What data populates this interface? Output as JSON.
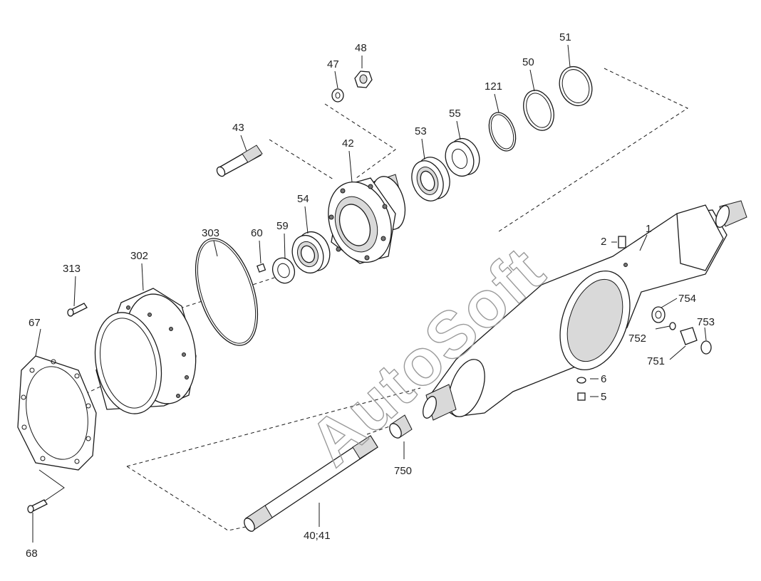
{
  "watermark": {
    "text": "AutoSoft"
  },
  "callouts": [
    {
      "id": "48",
      "text": "48"
    },
    {
      "id": "47",
      "text": "47"
    },
    {
      "id": "51",
      "text": "51"
    },
    {
      "id": "50",
      "text": "50"
    },
    {
      "id": "121",
      "text": "121"
    },
    {
      "id": "55",
      "text": "55"
    },
    {
      "id": "53",
      "text": "53"
    },
    {
      "id": "43",
      "text": "43"
    },
    {
      "id": "42",
      "text": "42"
    },
    {
      "id": "54",
      "text": "54"
    },
    {
      "id": "303",
      "text": "303"
    },
    {
      "id": "60",
      "text": "60"
    },
    {
      "id": "59",
      "text": "59"
    },
    {
      "id": "302",
      "text": "302"
    },
    {
      "id": "313",
      "text": "313"
    },
    {
      "id": "67",
      "text": "67"
    },
    {
      "id": "68",
      "text": "68"
    },
    {
      "id": "2",
      "text": "2"
    },
    {
      "id": "1",
      "text": "1"
    },
    {
      "id": "754",
      "text": "754"
    },
    {
      "id": "753",
      "text": "753"
    },
    {
      "id": "752",
      "text": "752"
    },
    {
      "id": "751",
      "text": "751"
    },
    {
      "id": "6",
      "text": "6"
    },
    {
      "id": "5",
      "text": "5"
    },
    {
      "id": "750",
      "text": "750"
    },
    {
      "id": "40-41",
      "text": "40;41"
    }
  ]
}
